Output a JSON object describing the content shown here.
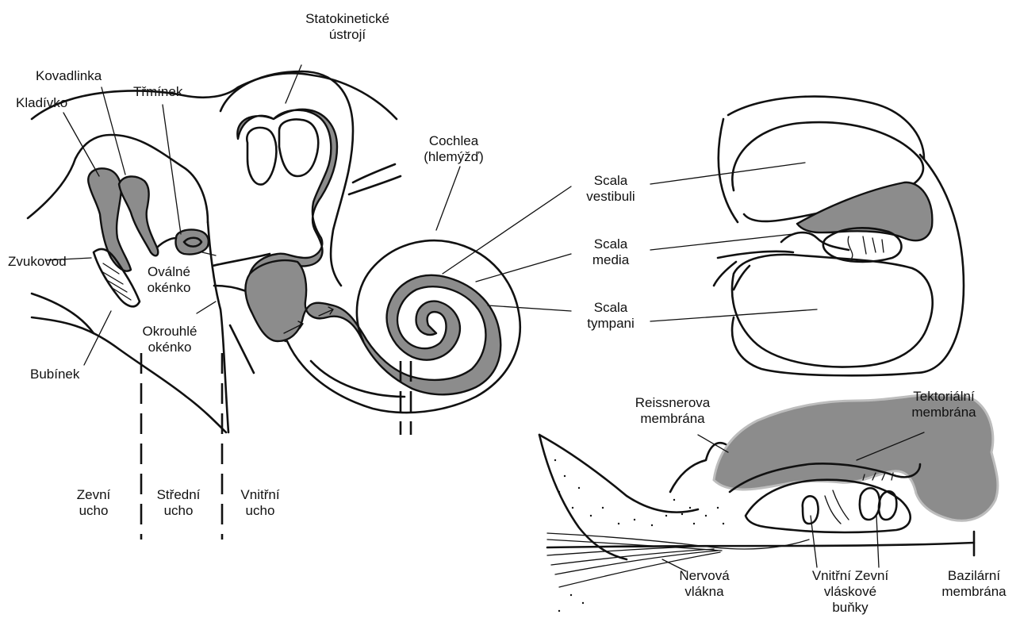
{
  "labels": {
    "statokineticke": [
      "Statokinetické",
      "ústrojí"
    ],
    "kovadlinka": "Kovadlinka",
    "kladivko": "Kladívko",
    "trminek": "Třmínek",
    "cochlea": [
      "Cochlea",
      "(hlemýžď)"
    ],
    "zvukovod": "Zvukovod",
    "ovalne": [
      "Oválné",
      "okénko"
    ],
    "okrouhle": [
      "Okrouhlé",
      "okénko"
    ],
    "bubinek": "Bubínek",
    "scala_vestibuli": [
      "Scala",
      "vestibuli"
    ],
    "scala_media": [
      "Scala",
      "media"
    ],
    "scala_tympani": [
      "Scala",
      "tympani"
    ],
    "reissnerova": [
      "Reissnerova",
      "membrána"
    ],
    "tektorialni": [
      "Tektoriální",
      "membrána"
    ],
    "zevni_ucho": [
      "Zevní",
      "ucho"
    ],
    "stredni_ucho": [
      "Střední",
      "ucho"
    ],
    "vnitrni_ucho": [
      "Vnitřní",
      "ucho"
    ],
    "nervova": [
      "Nervová",
      "vlákna"
    ],
    "vlaskove": [
      "Vnitřní Zevní",
      "vláskové",
      "buňky"
    ],
    "bazilarni": [
      "Bazilární",
      "membrána"
    ]
  },
  "colors": {
    "fill": "#8c8c8c",
    "outline": "#111111",
    "background": "#ffffff"
  }
}
